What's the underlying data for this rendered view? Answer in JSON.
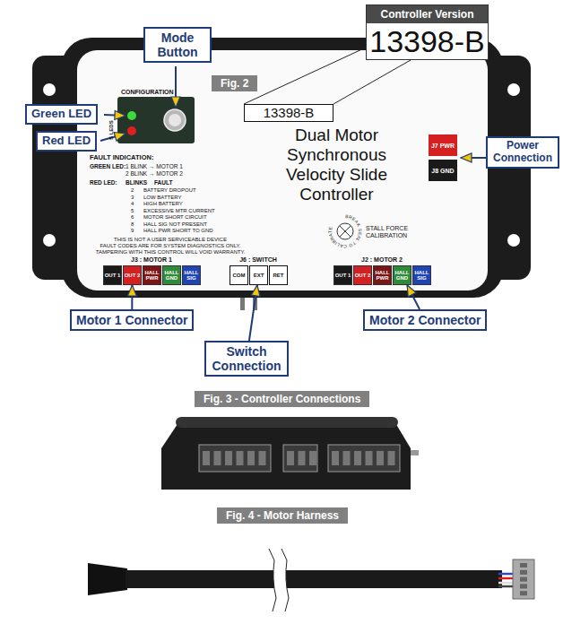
{
  "diagram": {
    "nodes": [
      {
        "text": [
          "Controller Version",
          "13398-B"
        ]
      },
      {
        "text": [
          "Mode Button"
        ]
      },
      {
        "text": [
          "Fig. 2"
        ]
      },
      {
        "text": [
          "13398-B"
        ]
      },
      {
        "text": [
          "Green LED"
        ]
      },
      {
        "text": [
          "Red LED"
        ]
      },
      {
        "text": [
          "J7 PWR"
        ]
      },
      {
        "text": [
          "J8 GND"
        ]
      },
      {
        "text": [
          "Power Connection"
        ]
      },
      {
        "text": [
          "OUT 1"
        ]
      },
      {
        "text": [
          "OUT 2"
        ]
      },
      {
        "text": [
          "HALL PWR"
        ]
      },
      {
        "text": [
          "HALL GND"
        ]
      },
      {
        "text": [
          "HALL SIG"
        ]
      },
      {
        "text": [
          "COM"
        ]
      },
      {
        "text": [
          "EXT"
        ]
      },
      {
        "text": [
          "RET"
        ]
      },
      {
        "text": [
          "OUT 1"
        ]
      },
      {
        "text": [
          "OUT 2"
        ]
      },
      {
        "text": [
          "HALL PWR"
        ]
      },
      {
        "text": [
          "HALL GND"
        ]
      },
      {
        "text": [
          "HALL SIG"
        ]
      },
      {
        "text": [
          "Motor 1 Connector"
        ]
      },
      {
        "text": [
          "Switch Connection"
        ]
      },
      {
        "text": [
          "Motor 2 Connector"
        ]
      },
      {
        "text": [
          "Fig. 3 - Controller Connections"
        ]
      },
      {
        "text": [
          "Fig. 4 - Motor Harness"
        ]
      }
    ],
    "edges": [
      {
        "from": 0,
        "to": 3,
        "arrow": "none"
      },
      {
        "from": 22,
        "to": 10,
        "arrow": "to"
      },
      {
        "from": 23,
        "to": 15,
        "arrow": "to"
      },
      {
        "from": 24,
        "to": 20,
        "arrow": "to"
      }
    ],
    "labels": [
      "CONFIGURATION",
      "S LEDS",
      "FAULT INDICATION:",
      "GREEN LED:",
      "1 BLINK → MOTOR 1",
      "2 BLINK → MOTOR 2",
      "RED LED:",
      "BLINKS",
      "FAULT",
      "2",
      "BATTERY DROPOUT",
      "3",
      "LOW BATTERY",
      "4",
      "HIGH BATTERY",
      "5",
      "EXCESSIVE MTR CURRENT",
      "6",
      "MOTOR SHORT CIRCUIT",
      "8",
      "HALL SIG NOT PRESENT",
      "9",
      "HALL PWR SHORT TO GND",
      "THIS IS NOT A USER SERVICEABLE DEVICE",
      "FAULT CODES ARE FOR SYSTEM DIAGNOSTICS ONLY.",
      "TAMPERING WITH THIS CONTROL WILL VOID WARRANTY.",
      "Dual Motor Synchronous Velocity Slide Controller",
      "BREAK SEAL TO CALIBRATE",
      "STALL FORCE CALIBRATION",
      "J3 : MOTOR 1",
      "J6 : SWITCH",
      "J2 : MOTOR 2"
    ]
  }
}
